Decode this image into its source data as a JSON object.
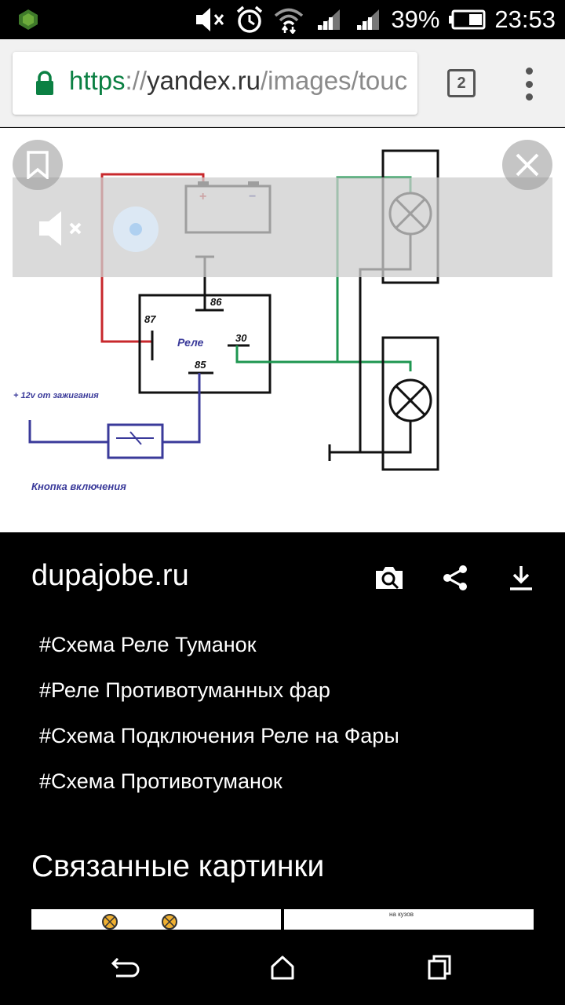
{
  "status_bar": {
    "battery_percent": "39%",
    "time": "23:53",
    "icons": [
      "app-icon",
      "mute-icon",
      "alarm-icon",
      "wifi-icon",
      "signal-icon",
      "signal-icon-2",
      "battery-icon"
    ]
  },
  "browser": {
    "url_scheme": "https",
    "url_sep": "://",
    "url_host": "yandex.ru",
    "url_path": "/images/touc",
    "tab_count": "2"
  },
  "diagram": {
    "label_86": "86",
    "label_87": "87",
    "label_30": "30",
    "label_85": "85",
    "relay_label": "Реле",
    "ignition_label": "+ 12v от зажигания",
    "button_label": "Кнопка включения",
    "battery_plus": "+",
    "battery_minus": "−",
    "colors": {
      "red": "#c8282c",
      "green": "#1e9650",
      "blue": "#3a3a9a",
      "black": "#111111"
    }
  },
  "info": {
    "source": "dupajobe.ru",
    "tags": [
      "#Схема Реле Туманок",
      "#Реле Противотуманных фар",
      "#Схема Подключения Реле на Фары",
      "#Схема Противотуманок"
    ],
    "related_title": "Связанные картинки",
    "thumb2_text": "на кузов"
  },
  "nav": {
    "icons": [
      "back-icon",
      "home-icon",
      "recents-icon"
    ]
  }
}
